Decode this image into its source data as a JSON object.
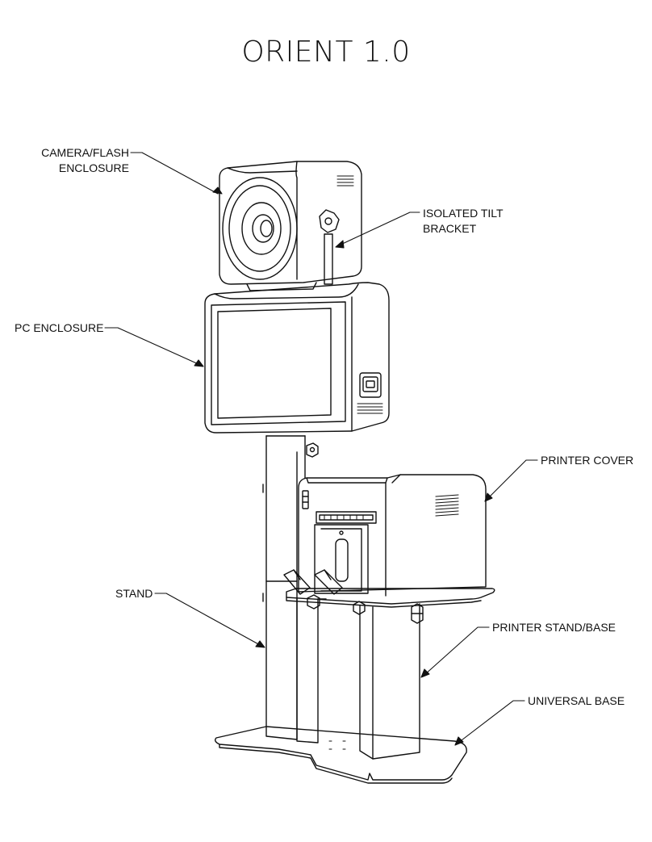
{
  "title": "ORIENT 1.0",
  "labels": {
    "camera_flash_enclosure": [
      "CAMERA/FLASH",
      "ENCLOSURE"
    ],
    "isolated_tilt_bracket": [
      "ISOLATED TILT",
      "BRACKET"
    ],
    "pc_enclosure": "PC ENCLOSURE",
    "printer_cover": "PRINTER COVER",
    "stand": "STAND",
    "printer_stand_base": "PRINTER STAND/BASE",
    "universal_base": "UNIVERSAL BASE"
  },
  "colors": {
    "line": "#111111",
    "background": "#ffffff"
  }
}
